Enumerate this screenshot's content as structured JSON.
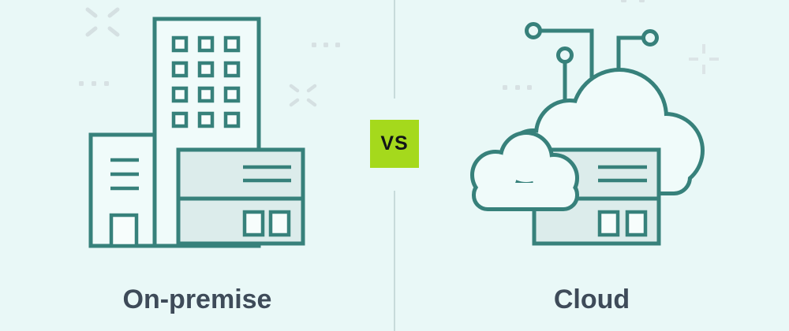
{
  "meta": {
    "title": "On-premise vs Cloud comparison"
  },
  "comparison": {
    "vs_label": "VS",
    "left": {
      "label": "On-premise"
    },
    "right": {
      "label": "Cloud"
    }
  },
  "colors": {
    "background": "#e9f8f7",
    "illustration_stroke": "#37817b",
    "card_fill": "#dceceb",
    "shape_fill": "#f0fbfa",
    "window_fill": "#f7fdfc",
    "divider": "#c7dbdb",
    "vs_background": "#a5d91c",
    "vs_text": "#121517",
    "label_text": "#3e4b59",
    "decoration_gray": "#d5e0e2"
  },
  "decorations": [
    "x-mark-icon",
    "dots-icon",
    "plus-icon",
    "circuit-node-icon"
  ]
}
